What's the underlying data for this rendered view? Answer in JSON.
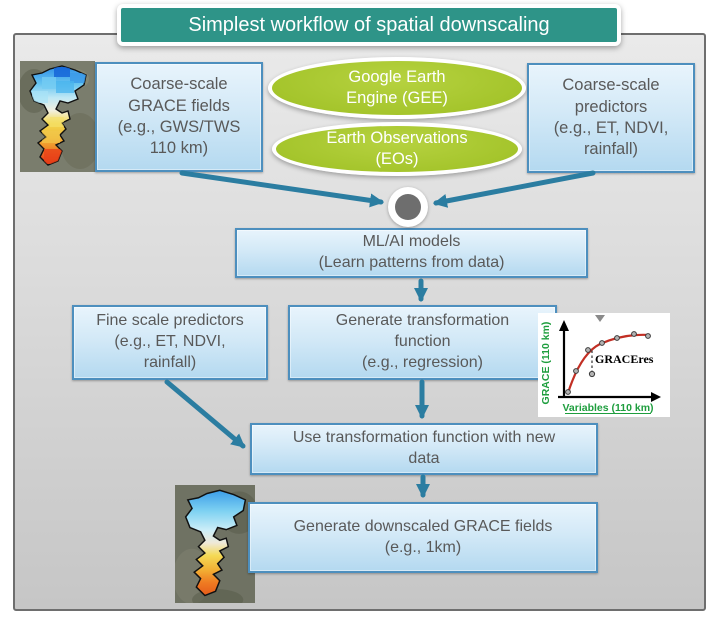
{
  "title": "Simplest workflow of spatial downscaling",
  "colors": {
    "title_bg": "#2e9488",
    "ellipse_fill": "#a5c52c",
    "box_fill_top": "#e8f4fc",
    "box_fill_bottom": "#b4d9f0",
    "box_border": "#4d8fbe",
    "box_text": "#595959",
    "arrow": "#2b7da1",
    "hub_dot": "#6e6e6e",
    "chart_curve_red": "#c22f24",
    "chart_label_green": "#1e9e3e"
  },
  "nodes": {
    "coarse_grace": {
      "label": "Coarse-scale\nGRACE fields\n(e.g., GWS/TWS\n110 km)"
    },
    "gee": {
      "label": "Google Earth\nEngine (GEE)"
    },
    "eos": {
      "label": "Earth Observations\n(EOs)"
    },
    "coarse_predictors": {
      "label": "Coarse-scale\npredictors\n(e.g., ET, NDVI,\nrainfall)"
    },
    "ml_ai": {
      "label": "ML/AI models\n(Learn patterns from data)"
    },
    "fine_predictors": {
      "label": "Fine scale predictors\n(e.g., ET, NDVI,\nrainfall)"
    },
    "generate_function": {
      "label": "Generate transformation\nfunction\n(e.g., regression)"
    },
    "use_function": {
      "label": "Use transformation function with new\ndata"
    },
    "generate_downscaled": {
      "label": "Generate downscaled GRACE fields\n(e.g., 1km)"
    }
  },
  "chart_data": {
    "type": "scatter",
    "title": "",
    "xlabel": "Variables (110 km)",
    "ylabel": "GRACE (110 km)",
    "annotation": "GRACEres",
    "x_range": [
      0,
      1
    ],
    "y_range": [
      0,
      1
    ],
    "legend": "off",
    "grid": "off",
    "series": [
      {
        "name": "fitted regression curve",
        "type": "line",
        "color": "#c22f24",
        "x": [
          0.05,
          0.15,
          0.3,
          0.45,
          0.6,
          0.8,
          0.97
        ],
        "y": [
          0.05,
          0.38,
          0.63,
          0.76,
          0.84,
          0.89,
          0.9
        ]
      },
      {
        "name": "observations",
        "type": "scatter",
        "color": "#9e9e9e",
        "x": [
          0.05,
          0.13,
          0.26,
          0.31,
          0.39,
          0.56,
          0.75,
          0.91
        ],
        "y": [
          0.05,
          0.3,
          0.6,
          0.27,
          0.7,
          0.82,
          0.89,
          0.88
        ]
      }
    ],
    "note": "dashed vertical segment marks the residual (GRACEres) between one observation and the fitted curve"
  }
}
